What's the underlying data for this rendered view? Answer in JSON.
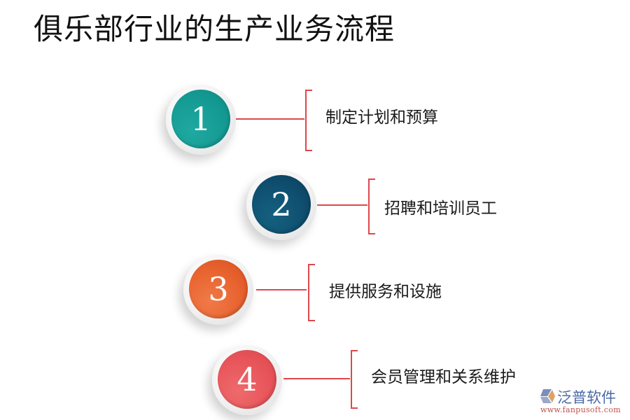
{
  "title": "俱乐部行业的生产业务流程",
  "steps": [
    {
      "number": "1",
      "label": "制定计划和预算",
      "color": "#149a93"
    },
    {
      "number": "2",
      "label": "招聘和培训员工",
      "color": "#0f4d6e"
    },
    {
      "number": "3",
      "label": "提供服务和设施",
      "color": "#e8632f"
    },
    {
      "number": "4",
      "label": "会员管理和关系维护",
      "color": "#e8555a"
    }
  ],
  "accent_color": "#e0474c",
  "logo": {
    "name": "泛普软件",
    "url": "www.fanpusoft.com",
    "icon": "fanpu-logo-icon"
  }
}
